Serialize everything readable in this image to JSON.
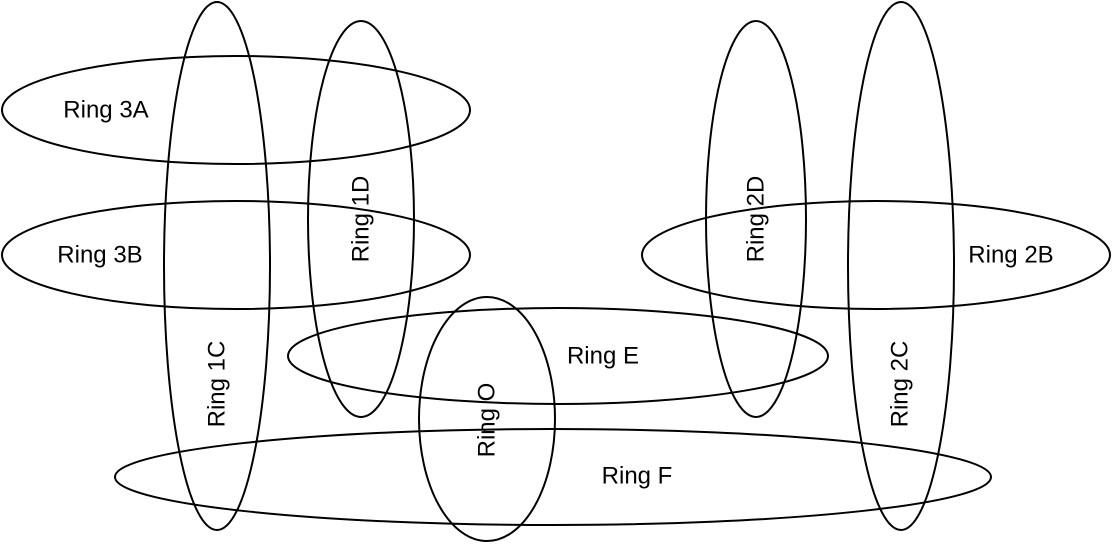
{
  "diagram": {
    "rings": [
      {
        "id": "3A",
        "label": "Ring 3A"
      },
      {
        "id": "3B",
        "label": "Ring 3B"
      },
      {
        "id": "1C",
        "label": "Ring 1C"
      },
      {
        "id": "1D",
        "label": "Ring 1D"
      },
      {
        "id": "O",
        "label": "Ring O"
      },
      {
        "id": "E",
        "label": "Ring E"
      },
      {
        "id": "F",
        "label": "Ring F"
      },
      {
        "id": "2D",
        "label": "Ring 2D"
      },
      {
        "id": "2C",
        "label": "Ring 2C"
      },
      {
        "id": "2B",
        "label": "Ring 2B"
      }
    ]
  }
}
